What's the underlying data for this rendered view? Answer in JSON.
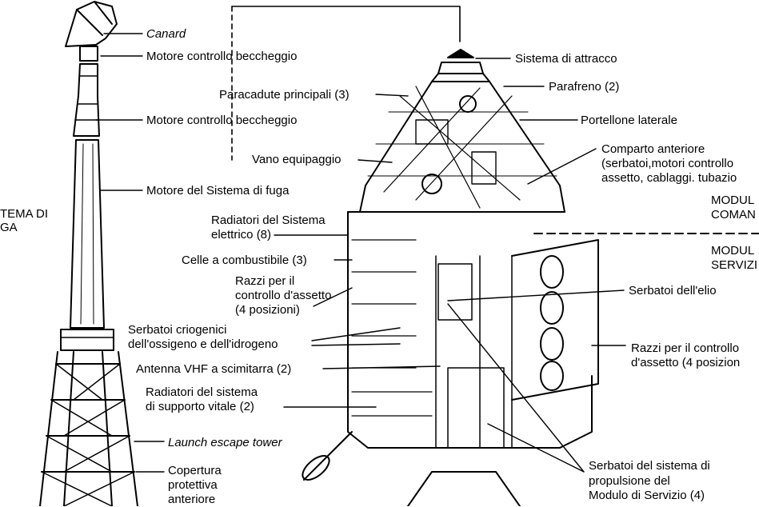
{
  "diagram": {
    "labels": {
      "canard": "Canard",
      "motore_beccheggio_1": "Motore controllo beccheggio",
      "motore_beccheggio_2": "Motore controllo beccheggio",
      "motore_fuga": "Motore del Sistema di fuga",
      "sistema_fuga_1": "TEMA DI",
      "sistema_fuga_2": "GA",
      "sistema_attracco": "Sistema di attracco",
      "paracadute": "Paracadute principali (3)",
      "parafreno": "Parafreno (2)",
      "portellone": "Portellone laterale",
      "vano": "Vano equipaggio",
      "comparto_1": "Comparto anteriore",
      "comparto_2": "(serbatoi,motori controllo",
      "comparto_3": "assetto, cablaggi. tubazio",
      "modulo_comando_1": "MODUL",
      "modulo_comando_2": "COMAN",
      "modulo_servizio_1": "MODUL",
      "modulo_servizio_2": "SERVIZI",
      "radiatori_elettrico_1": "Radiatori del Sistema",
      "radiatori_elettrico_2": "elettrico (8)",
      "celle": "Celle a combustibile (3)",
      "razzi_cm_1": "Razzi per il",
      "razzi_cm_2": "controllo d'assetto",
      "razzi_cm_3": "(4 posizioni)",
      "serbatoi_elio": "Serbatoi dell'elio",
      "criogenici_1": "Serbatoi criogenici",
      "criogenici_2": "dell'ossigeno e dell'idrogeno",
      "razzi_sm_1": "Razzi per il controllo",
      "razzi_sm_2": "d'assetto (4 posizion",
      "antenna": "Antenna VHF a scimitarra (2)",
      "radiatori_vitale_1": "Radiatori del sistema",
      "radiatori_vitale_2": "di supporto vitale (2)",
      "launch_escape": "Launch escape tower",
      "copertura_1": "Copertura",
      "copertura_2": "protettiva",
      "copertura_3": "anteriore",
      "propulsione_1": "Serbatoi del sistema di",
      "propulsione_2": "propulsione del",
      "propulsione_3": "Modulo di Servizio (4)"
    }
  }
}
